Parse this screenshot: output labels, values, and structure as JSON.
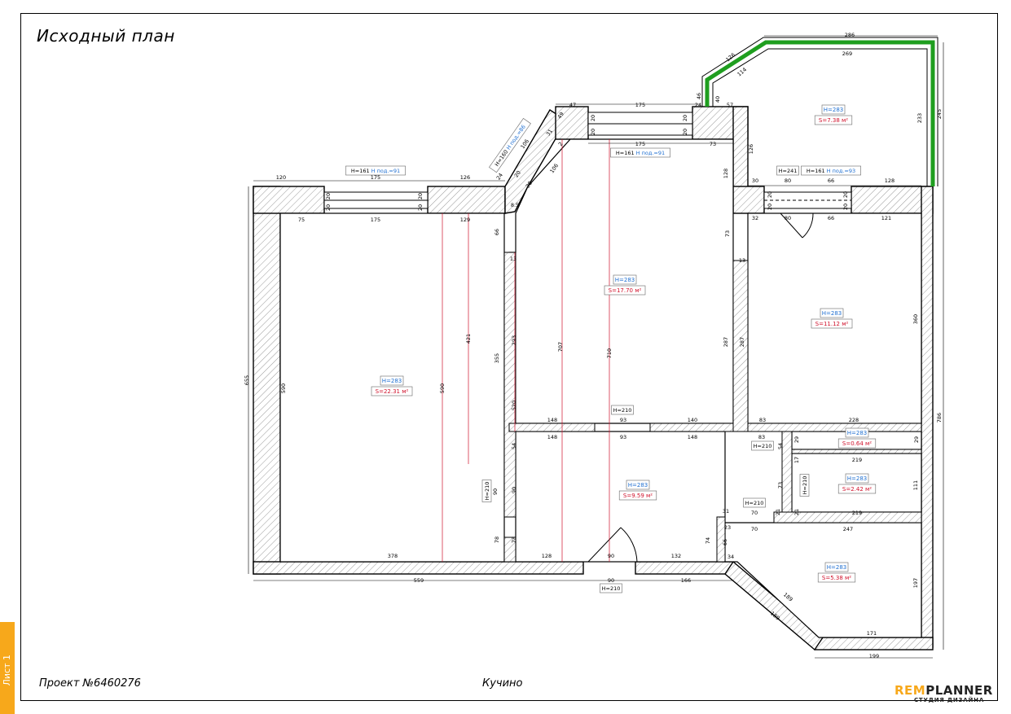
{
  "title": "Исходный план",
  "footer": {
    "project": "Проект №6460276",
    "location": "Кучино"
  },
  "sheet": "Лист 1",
  "logo": {
    "brand_a": "REM",
    "brand_b": "PLANNER",
    "subtitle": "СТУДИЯ ДИЗАЙНА"
  },
  "colors": {
    "wall": "#000000",
    "dim": "#000000",
    "height_label": "#1f6fd1",
    "area_label": "#d0112b",
    "balcony": "#1f9e1f",
    "accent": "#f7a81b"
  },
  "rooms": [
    {
      "height": "H=283",
      "area": "S=22.31 м²"
    },
    {
      "height": "H=283",
      "area": "S=17.70 м²"
    },
    {
      "height": "H=283",
      "area": "S=11.12 м²"
    },
    {
      "height": "H=283",
      "area": "S=7.38 м²"
    },
    {
      "height": "H=283",
      "area": "S=9.59 м²"
    },
    {
      "height": "H=283",
      "area": "S=0.64 м²"
    },
    {
      "height": "H=283",
      "area": "S=2.42 м²"
    },
    {
      "height": "H=283",
      "area": "S=5.38 м²"
    }
  ],
  "openings": [
    {
      "h": "H=161",
      "sill": "H под.=91"
    },
    {
      "h": "H=161",
      "sill": "H под.=91"
    },
    {
      "h": "H=160",
      "sill": "H под.=86"
    },
    {
      "h": "H=241",
      "sill": ""
    },
    {
      "h": "H=161",
      "sill": "H под.=93"
    },
    {
      "h": "H=210",
      "sill": ""
    },
    {
      "h": "H=210",
      "sill": ""
    },
    {
      "h": "H=210",
      "sill": ""
    },
    {
      "h": "H=210",
      "sill": ""
    },
    {
      "h": "H=210",
      "sill": ""
    },
    {
      "h": "H=210",
      "sill": ""
    }
  ],
  "dims": [
    "120",
    "175",
    "126",
    "75",
    "175",
    "129",
    "47",
    "175",
    "24",
    "175",
    "73",
    "286",
    "269",
    "126",
    "114",
    "46",
    "40",
    "57",
    "233",
    "245",
    "126",
    "30",
    "80",
    "66",
    "128",
    "32",
    "80",
    "66",
    "121",
    "360",
    "786",
    "655",
    "590",
    "590",
    "421",
    "707",
    "710",
    "520",
    "355",
    "293",
    "287",
    "287",
    "66",
    "13",
    "73",
    "13",
    "128",
    "148",
    "93",
    "140",
    "83",
    "148",
    "93",
    "148",
    "83",
    "228",
    "219",
    "219",
    "247",
    "111",
    "197",
    "189",
    "189",
    "171",
    "199",
    "54",
    "29",
    "29",
    "17",
    "73",
    "21",
    "21",
    "23",
    "70",
    "70",
    "31",
    "74",
    "66",
    "34",
    "378",
    "128",
    "90",
    "132",
    "559",
    "90",
    "166",
    "90",
    "78",
    "78",
    "90",
    "54",
    "106",
    "106",
    "24",
    "20",
    "20",
    "20",
    "20",
    "20",
    "20",
    "20",
    "20",
    "20",
    "20",
    "20",
    "20",
    "20",
    "20",
    "31",
    "2",
    "49",
    "8.5"
  ]
}
